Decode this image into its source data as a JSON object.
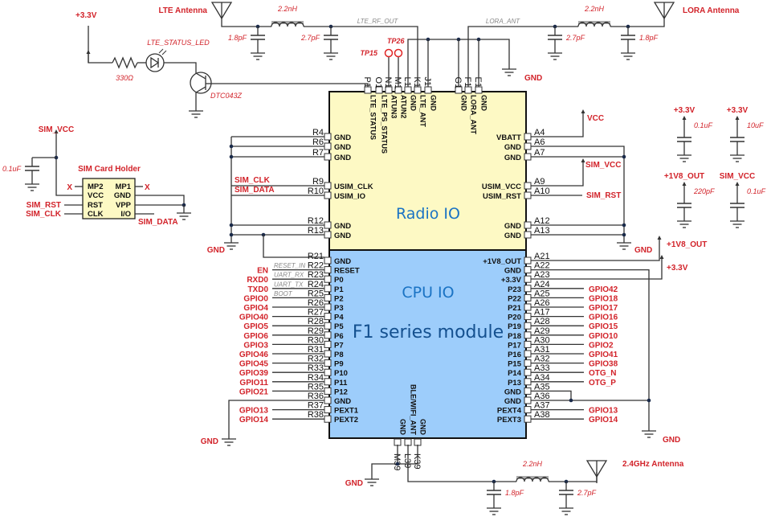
{
  "module": {
    "title": "F1 series module",
    "radio_section": "Radio IO",
    "cpu_section": "CPU IO",
    "colors": {
      "radio_fill": "#fdf9c4",
      "cpu_fill": "#9dcdfb",
      "label_red": "#d2232a",
      "section_text": "#1a73c4"
    }
  },
  "lte": {
    "antenna_label": "LTE Antenna",
    "inductor": "2.2nH",
    "cap1": "1.8pF",
    "cap2": "2.7pF",
    "net": "LTE_RF_OUT"
  },
  "lora": {
    "antenna_label": "LORA Antenna",
    "inductor": "2.2nH",
    "cap1": "2.7pF",
    "cap2": "1.8pF",
    "net": "LORA_ANT"
  },
  "wifi": {
    "antenna_label": "2.4GHz Antenna",
    "inductor": "2.2nH",
    "cap1": "1.8pF",
    "cap2": "2.7pF"
  },
  "led_circuit": {
    "supply": "+3.3V",
    "resistor": "330Ω",
    "led": "LTE_STATUS_LED",
    "transistor": "DTC043Z"
  },
  "test_points": [
    "TP15",
    "TP26"
  ],
  "gnd_label": "GND",
  "sim": {
    "title": "SIM Card Holder",
    "supply": "SIM_VCC",
    "cap": "0.1uF",
    "left_pins": [
      "MP2",
      "VCC",
      "RST",
      "CLK"
    ],
    "right_pins": [
      "MP1",
      "GND",
      "VPP",
      "I/O"
    ],
    "nc": "X",
    "nets": {
      "rst": "SIM_RST",
      "clk": "SIM_CLK",
      "data": "SIM_DATA"
    }
  },
  "decoupling": [
    {
      "rail": "+3.3V",
      "value": "0.1uF"
    },
    {
      "rail": "+3.3V",
      "value": "10uF"
    },
    {
      "rail": "+1V8_OUT",
      "value": "220pF"
    },
    {
      "rail": "SIM_VCC",
      "value": "0.1uF"
    }
  ],
  "top_pins": [
    {
      "num": "P1",
      "name": "LTE_STATUS"
    },
    {
      "num": "O1",
      "name": "LTE_PS_STATUS"
    },
    {
      "num": "N1",
      "name": "ATUN3"
    },
    {
      "num": "M1",
      "name": "ATUN2"
    },
    {
      "num": "L1",
      "name": "GND"
    },
    {
      "num": "K1",
      "name": "LTE_ANT"
    },
    {
      "num": "J1",
      "name": "GND"
    },
    {
      "num": "G1",
      "name": "GND"
    },
    {
      "num": "F1",
      "name": "LORA_ANT"
    },
    {
      "num": "E1",
      "name": "GND"
    }
  ],
  "left_radio_pins": [
    {
      "num": "R4",
      "name": "GND",
      "net": ""
    },
    {
      "num": "R6",
      "name": "GND",
      "net": ""
    },
    {
      "num": "R7",
      "name": "GND",
      "net": ""
    },
    {
      "num": "R9",
      "name": "USIM_CLK",
      "net": "SIM_CLK"
    },
    {
      "num": "R10",
      "name": "USIM_IO",
      "net": "SIM_DATA"
    },
    {
      "num": "R12",
      "name": "GND",
      "net": ""
    },
    {
      "num": "R13",
      "name": "GND",
      "net": ""
    }
  ],
  "right_radio_pins": [
    {
      "num": "A4",
      "name": "VBATT",
      "net": "VCC"
    },
    {
      "num": "A6",
      "name": "GND",
      "net": ""
    },
    {
      "num": "A7",
      "name": "GND",
      "net": ""
    },
    {
      "num": "A9",
      "name": "USIM_VCC",
      "net": "SIM_VCC"
    },
    {
      "num": "A10",
      "name": "USIM_RST",
      "net": "SIM_RST"
    },
    {
      "num": "A12",
      "name": "GND",
      "net": ""
    },
    {
      "num": "A13",
      "name": "GND",
      "net": ""
    }
  ],
  "left_cpu_pins": [
    {
      "num": "R21",
      "name": "GND",
      "net": "",
      "sig": ""
    },
    {
      "num": "R22",
      "name": "RESET",
      "net": "EN",
      "sig": "RESET_IN"
    },
    {
      "num": "R23",
      "name": "P0",
      "net": "RXD0",
      "sig": "UART_RX"
    },
    {
      "num": "R24",
      "name": "P1",
      "net": "TXD0",
      "sig": "UART_TX"
    },
    {
      "num": "R25",
      "name": "P2",
      "net": "GPIO0",
      "sig": "BOOT"
    },
    {
      "num": "R26",
      "name": "P3",
      "net": "GPIO4",
      "sig": ""
    },
    {
      "num": "R27",
      "name": "P4",
      "net": "GPIO40",
      "sig": ""
    },
    {
      "num": "R28",
      "name": "P5",
      "net": "GPIO5",
      "sig": ""
    },
    {
      "num": "R29",
      "name": "P6",
      "net": "GPIO6",
      "sig": ""
    },
    {
      "num": "R30",
      "name": "P7",
      "net": "GPIO3",
      "sig": ""
    },
    {
      "num": "R31",
      "name": "P8",
      "net": "GPIO46",
      "sig": ""
    },
    {
      "num": "R32",
      "name": "P9",
      "net": "GPIO45",
      "sig": ""
    },
    {
      "num": "R33",
      "name": "P10",
      "net": "GPIO39",
      "sig": ""
    },
    {
      "num": "R34",
      "name": "P11",
      "net": "GPIO11",
      "sig": ""
    },
    {
      "num": "R35",
      "name": "P12",
      "net": "GPIO21",
      "sig": ""
    },
    {
      "num": "R36",
      "name": "GND",
      "net": "",
      "sig": ""
    },
    {
      "num": "R37",
      "name": "PEXT1",
      "net": "GPIO13",
      "sig": ""
    },
    {
      "num": "R38",
      "name": "PEXT2",
      "net": "GPIO14",
      "sig": ""
    }
  ],
  "right_cpu_pins": [
    {
      "num": "A21",
      "name": "+1V8_OUT",
      "net": "+1V8_OUT"
    },
    {
      "num": "A22",
      "name": "GND",
      "net": ""
    },
    {
      "num": "A23",
      "name": "+3.3V",
      "net": "+3.3V"
    },
    {
      "num": "A24",
      "name": "P23",
      "net": "GPIO42"
    },
    {
      "num": "A25",
      "name": "P22",
      "net": "GPIO18"
    },
    {
      "num": "A26",
      "name": "P21",
      "net": "GPIO17"
    },
    {
      "num": "A17",
      "name": "P20",
      "net": "GPIO16"
    },
    {
      "num": "A28",
      "name": "P19",
      "net": "GPIO15"
    },
    {
      "num": "A29",
      "name": "P18",
      "net": "GPIO10"
    },
    {
      "num": "A30",
      "name": "P17",
      "net": "GPIO2"
    },
    {
      "num": "A31",
      "name": "P16",
      "net": "GPIO41"
    },
    {
      "num": "A32",
      "name": "P15",
      "net": "GPIO38"
    },
    {
      "num": "A33",
      "name": "P14",
      "net": "OTG_N"
    },
    {
      "num": "A34",
      "name": "P13",
      "net": "OTG_P"
    },
    {
      "num": "A35",
      "name": "GND",
      "net": ""
    },
    {
      "num": "A36",
      "name": "GND",
      "net": ""
    },
    {
      "num": "A37",
      "name": "PEXT4",
      "net": "GPIO13"
    },
    {
      "num": "A38",
      "name": "PEXT3",
      "net": "GPIO14"
    }
  ],
  "bottom_pins": [
    {
      "num": "M39",
      "name": "GND"
    },
    {
      "num": "L39",
      "name": "BLE/WIFI_ANT"
    },
    {
      "num": "K39",
      "name": "GND"
    }
  ]
}
